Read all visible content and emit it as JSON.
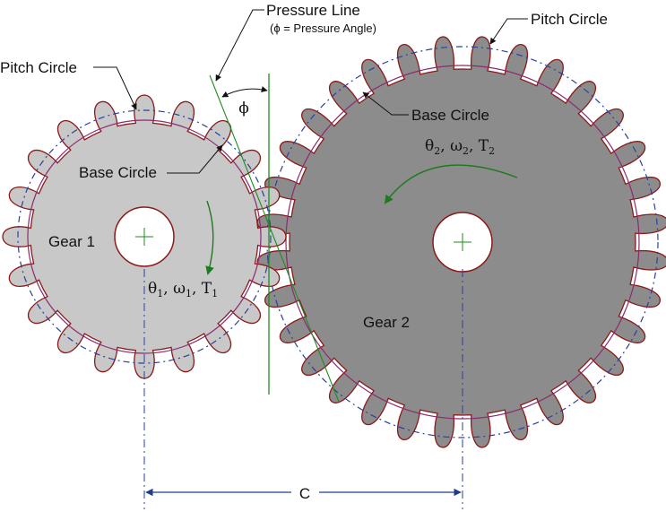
{
  "labels": {
    "pressure_line": "Pressure Line",
    "pressure_angle_note": "(ϕ = Pressure Angle)",
    "phi": "ϕ",
    "pitch_circle_left": "Pitch Circle",
    "pitch_circle_right": "Pitch Circle",
    "base_circle_left": "Base Circle",
    "base_circle_right": "Base Circle",
    "gear1": "Gear 1",
    "gear2": "Gear 2",
    "center_distance": "C"
  },
  "gear1_vars": {
    "theta": "θ",
    "omega": "ω",
    "torque": "T",
    "sub": "1",
    "sep": ", "
  },
  "gear2_vars": {
    "theta": "θ",
    "omega": "ω",
    "torque": "T",
    "sub": "2",
    "sep": ", "
  },
  "gears": [
    {
      "name": "Gear 1",
      "teeth": 20,
      "fill": "#c8c8c8"
    },
    {
      "name": "Gear 2",
      "teeth": 32,
      "fill": "#8c8c8c"
    }
  ],
  "colors": {
    "gear_outline": "#8b1a1a",
    "pitch_circle": "#2a3fa0",
    "base_circle": "#8e2a6e",
    "pressure_line": "#1e8c1e",
    "rotation_arrow": "#1e7a1e",
    "dimension": "#1f3d8c",
    "centerline": "#2a3fa0"
  }
}
